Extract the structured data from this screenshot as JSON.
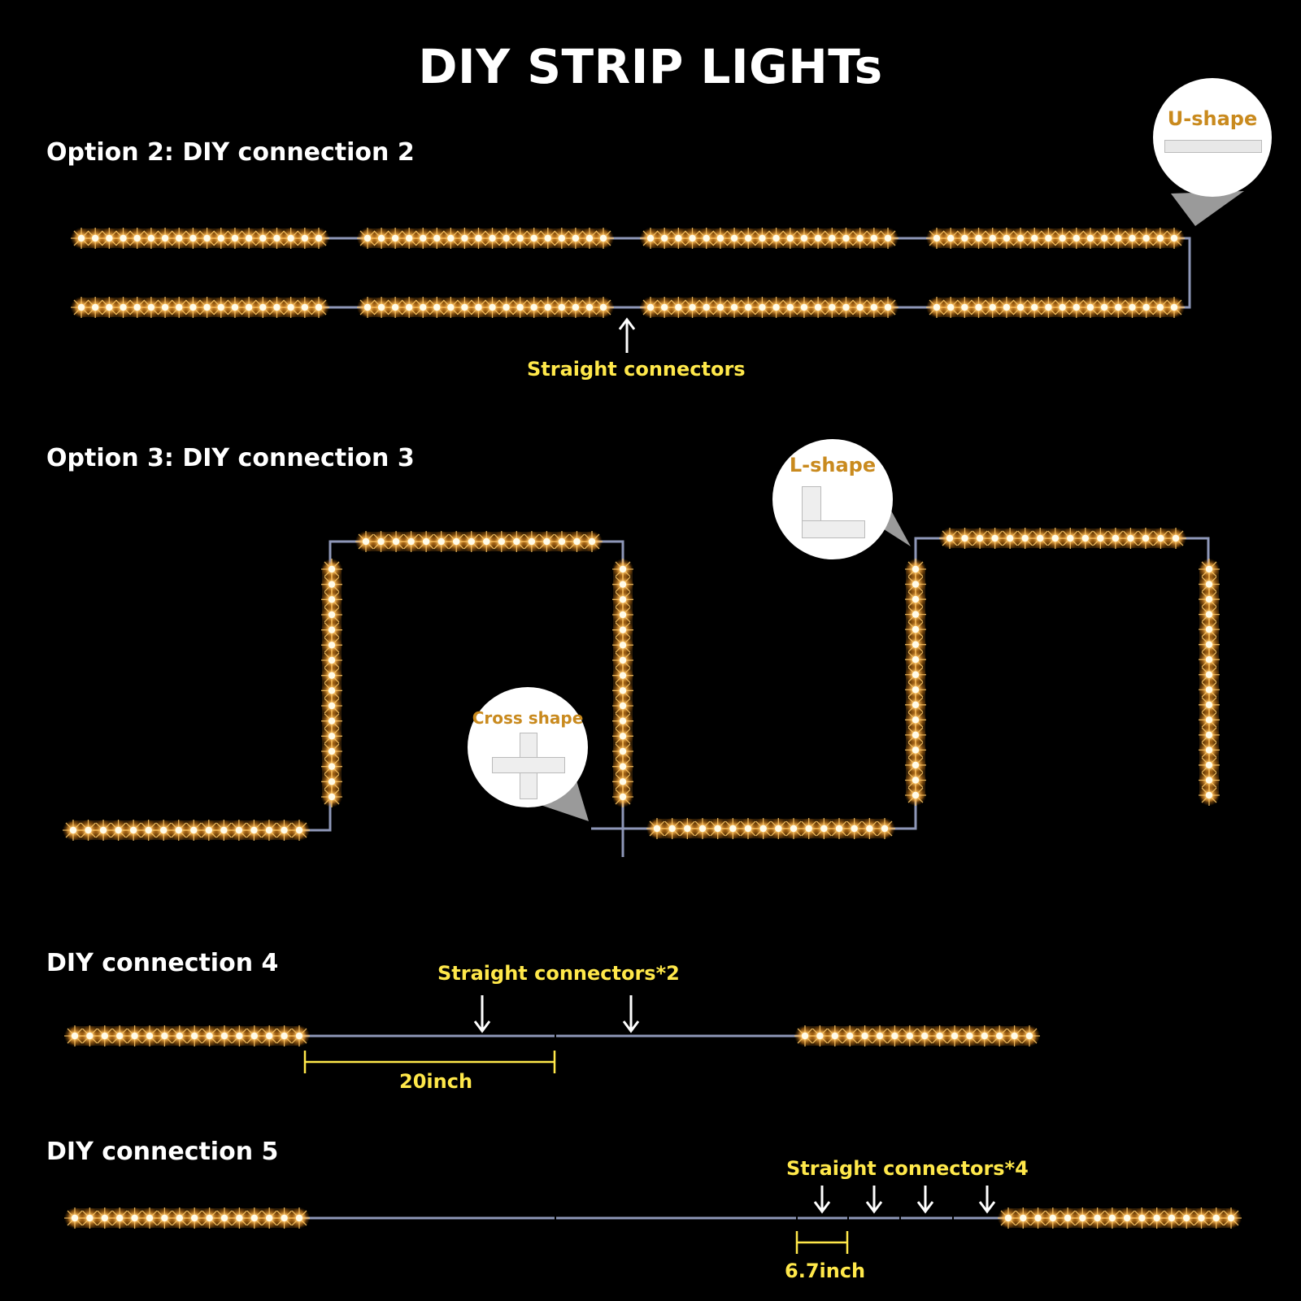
{
  "title": "DIY STRIP LIGHTs",
  "sections": {
    "option2": {
      "heading": "Option 2: DIY connection 2",
      "callout": "U-shape",
      "arrow_label": "Straight connectors"
    },
    "option3": {
      "heading": "Option 3: DIY connection 3",
      "callout_l": "L-shape",
      "callout_cross": "Cross shape"
    },
    "connection4": {
      "heading": "DIY connection 4",
      "arrow_label": "Straight connectors*2",
      "measure_label": "20inch"
    },
    "connection5": {
      "heading": "DIY connection 5",
      "arrow_label": "Straight connectors*4",
      "measure_label": "6.7inch"
    }
  },
  "colors": {
    "background": "#000000",
    "text_white": "#ffffff",
    "label_yellow": "#ffe84a",
    "callout_orange": "#c98a1e",
    "wire": "#8e97b8",
    "led_glow": "#ffb24a"
  }
}
